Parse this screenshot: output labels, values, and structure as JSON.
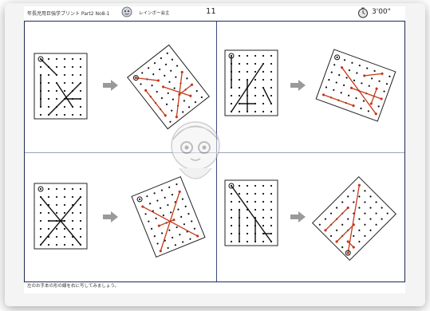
{
  "header": {
    "title": "年長児用巨強学プリント Part2 No8-1",
    "brand": "レインボー会主",
    "page_number": "11",
    "timer": "3'00\""
  },
  "footer": {
    "instruction": "左のお手本の形の線を右に写してみましょう。"
  },
  "panels": [
    {
      "name": "top-left"
    },
    {
      "name": "top-right"
    },
    {
      "name": "bottom-left"
    },
    {
      "name": "bottom-right"
    }
  ],
  "colors": {
    "frame": "#1f2a55",
    "answer_line": "#c43a1a",
    "arrow": "#9a9a9a",
    "dot": "#111111"
  }
}
